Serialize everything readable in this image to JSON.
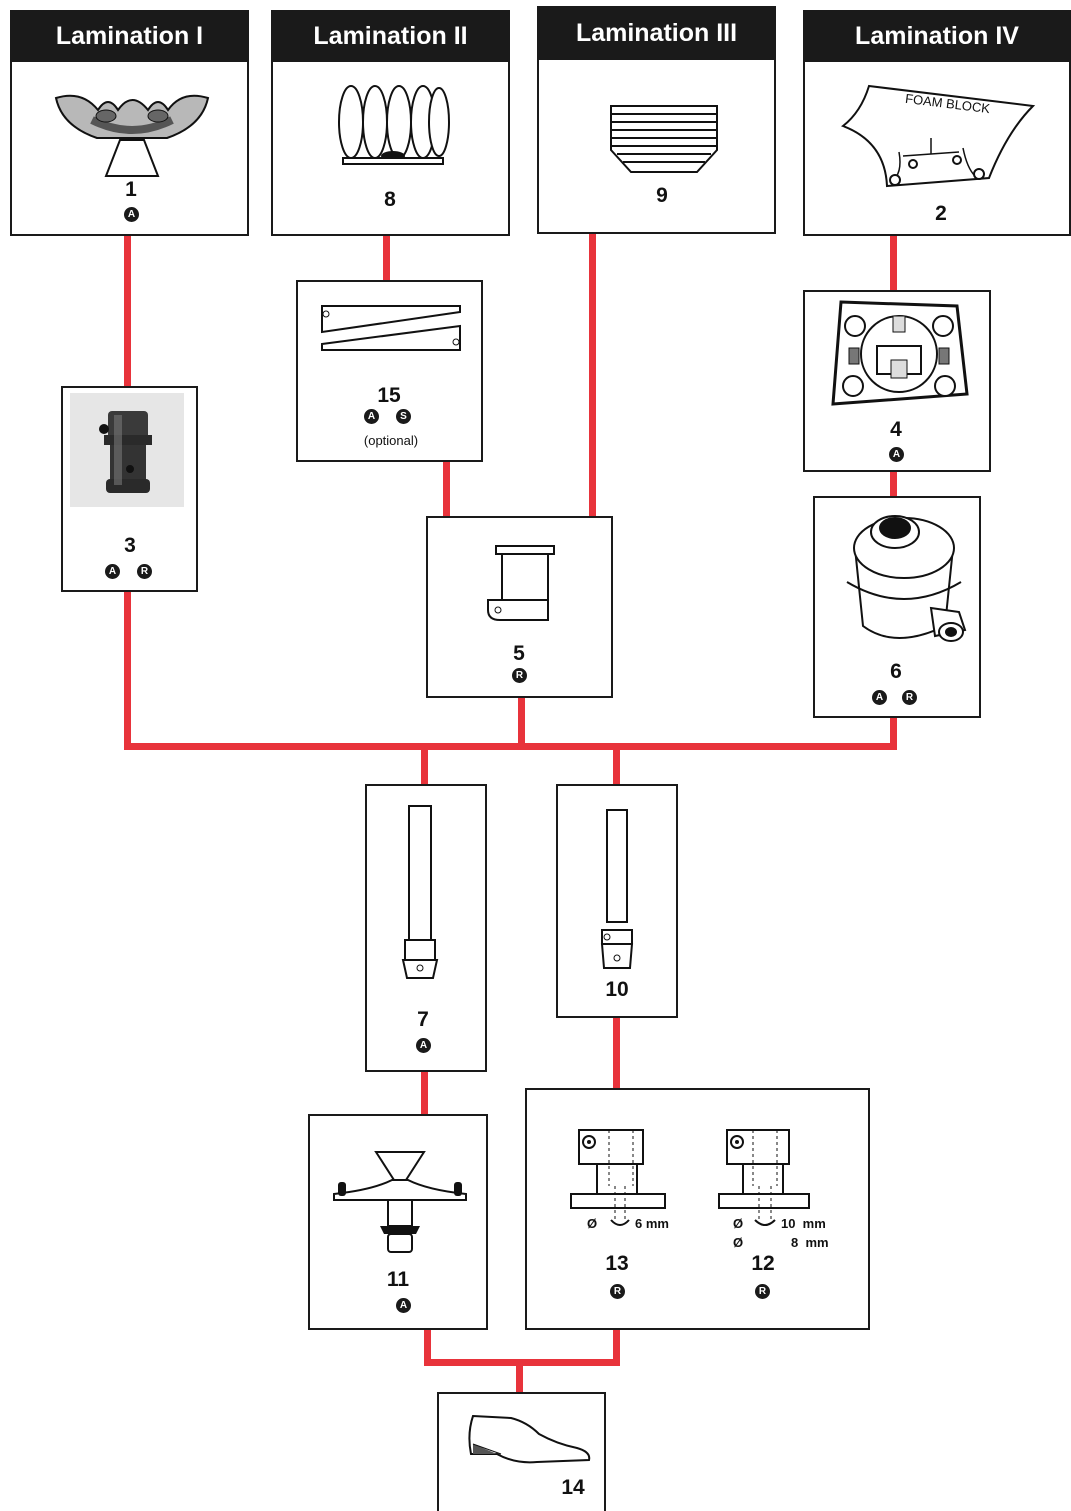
{
  "headers": {
    "l1": "Lamination I",
    "l2": "Lamination II",
    "l3": "Lamination III",
    "l4": "Lamination IV"
  },
  "parts": {
    "p1": {
      "num": "1",
      "marks": [
        "A"
      ]
    },
    "p2": {
      "num": "2",
      "label": "FOAM BLOCK"
    },
    "p3": {
      "num": "3",
      "marks": [
        "A",
        "R"
      ]
    },
    "p4": {
      "num": "4",
      "marks": [
        "A"
      ]
    },
    "p5": {
      "num": "5",
      "marks": [
        "R"
      ]
    },
    "p6": {
      "num": "6",
      "marks": [
        "A",
        "R"
      ]
    },
    "p7": {
      "num": "7",
      "marks": [
        "A"
      ]
    },
    "p8": {
      "num": "8"
    },
    "p9": {
      "num": "9"
    },
    "p10": {
      "num": "10"
    },
    "p11": {
      "num": "11",
      "marks": [
        "A"
      ]
    },
    "p12": {
      "num": "12",
      "marks": [
        "R"
      ],
      "dim_a": "10  mm",
      "dim_b": "8  mm",
      "dia": "Ø"
    },
    "p13": {
      "num": "13",
      "marks": [
        "R"
      ],
      "dim": "6 mm",
      "dia": "Ø"
    },
    "p14": {
      "num": "14"
    },
    "p15": {
      "num": "15",
      "marks": [
        "A",
        "S"
      ],
      "note": "(optional)"
    }
  },
  "colors": {
    "connector": "#e8333b",
    "frame": "#1a1a1a",
    "header_bg": "#1a1a1a"
  }
}
